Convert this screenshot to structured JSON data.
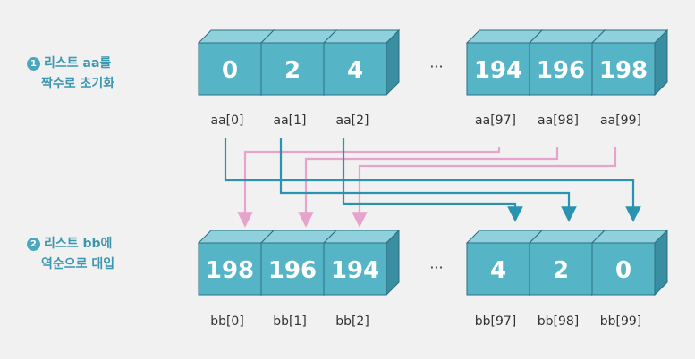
{
  "steps": [
    {
      "number": "1",
      "title": "리스트 aa를",
      "subtitle": "짝수로 초기화"
    },
    {
      "number": "2",
      "title": "리스트 bb에",
      "subtitle": "역순으로 대입"
    }
  ],
  "ellipsis": "···",
  "list_aa": {
    "cells": [
      {
        "value": "0",
        "label": "aa[0]"
      },
      {
        "value": "2",
        "label": "aa[1]"
      },
      {
        "value": "4",
        "label": "aa[2]"
      },
      {
        "value": "194",
        "label": "aa[97]"
      },
      {
        "value": "196",
        "label": "aa[98]"
      },
      {
        "value": "198",
        "label": "aa[99]"
      }
    ]
  },
  "list_bb": {
    "cells": [
      {
        "value": "198",
        "label": "bb[0]"
      },
      {
        "value": "196",
        "label": "bb[1]"
      },
      {
        "value": "194",
        "label": "bb[2]"
      },
      {
        "value": "4",
        "label": "bb[97]"
      },
      {
        "value": "2",
        "label": "bb[98]"
      },
      {
        "value": "0",
        "label": "bb[99]"
      }
    ]
  },
  "colors": {
    "cell_front": "#55b4c6",
    "cell_top": "#8ed1dd",
    "cell_side": "#3a8ea1",
    "arrow_teal": "#2a93b1",
    "arrow_pink": "#e6a3cc",
    "step_text": "#3b97b0"
  }
}
